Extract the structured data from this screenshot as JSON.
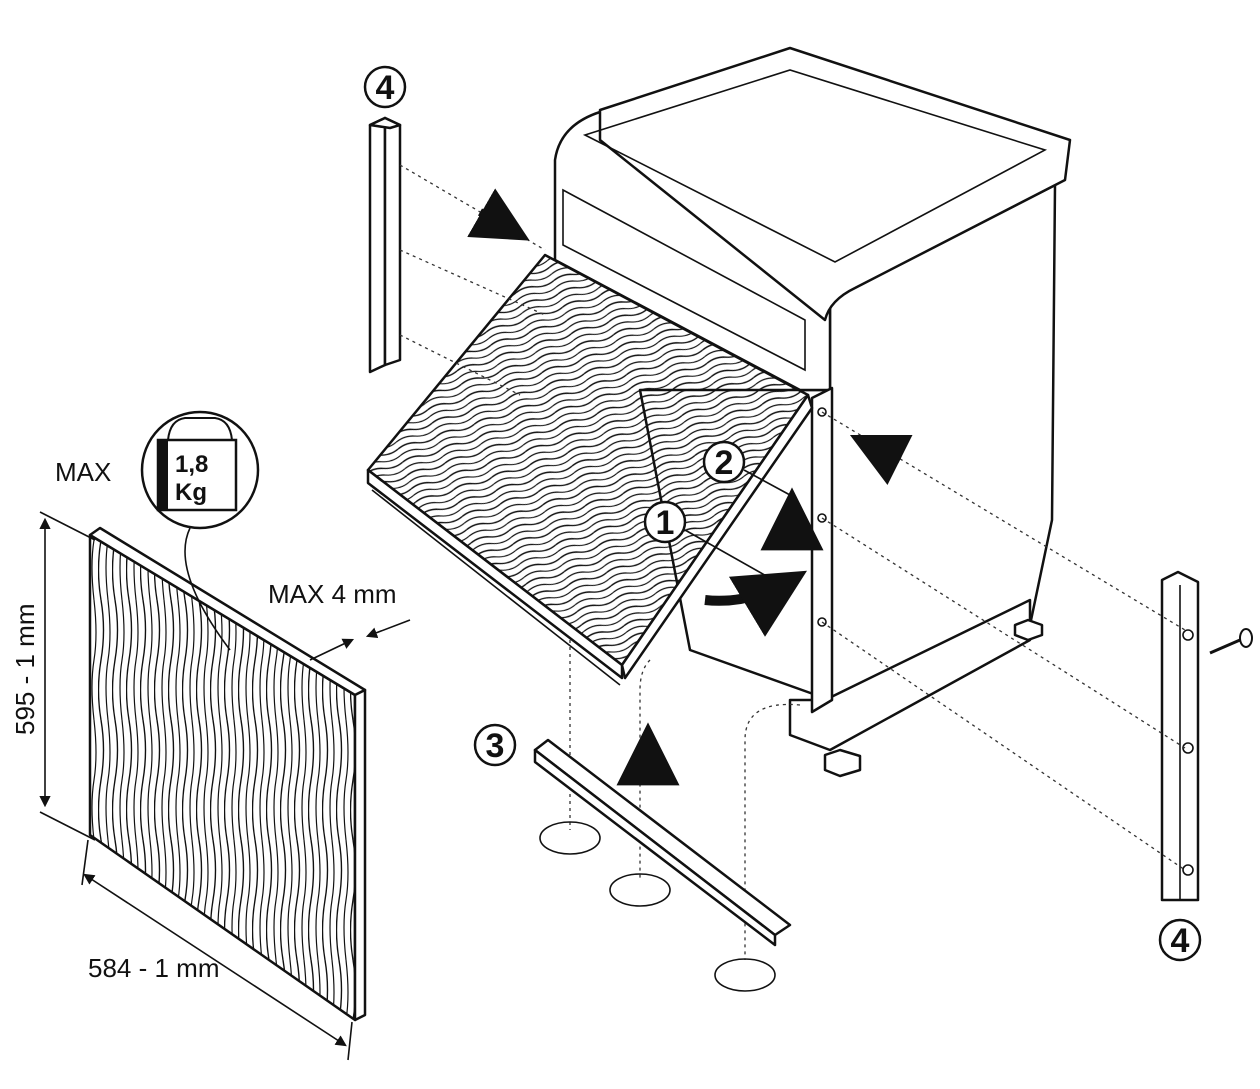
{
  "labels": {
    "max_weight_prefix": "MAX",
    "weight_line1": "1,8",
    "weight_line2": "Kg",
    "thickness": "MAX 4 mm",
    "height": "595 - 1 mm",
    "width": "584 - 1 mm"
  },
  "callouts": {
    "step1": "1",
    "step2": "2",
    "step3": "3",
    "step4_top": "4",
    "step4_bottom": "4"
  }
}
